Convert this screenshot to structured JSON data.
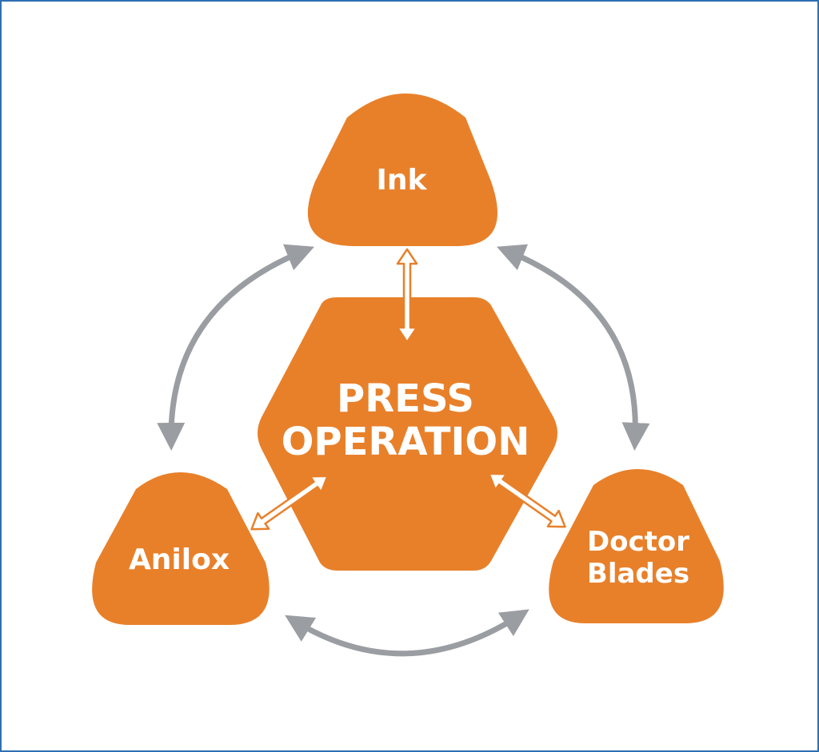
{
  "colors": {
    "frame_border": "#2f6fb3",
    "node_fill": "#e8802a",
    "cycle_arrow": "#9a9da1",
    "inner_arrow_fill": "#ffffff",
    "inner_arrow_stroke": "#e8802a",
    "label_text": "#ffffff"
  },
  "diagram": {
    "center": {
      "line1": "PRESS",
      "line2": "OPERATION"
    },
    "ink": {
      "label": "Ink"
    },
    "anilox": {
      "label": "Anilox"
    },
    "doctor_blades": {
      "line1": "Doctor",
      "line2": "Blades"
    }
  }
}
